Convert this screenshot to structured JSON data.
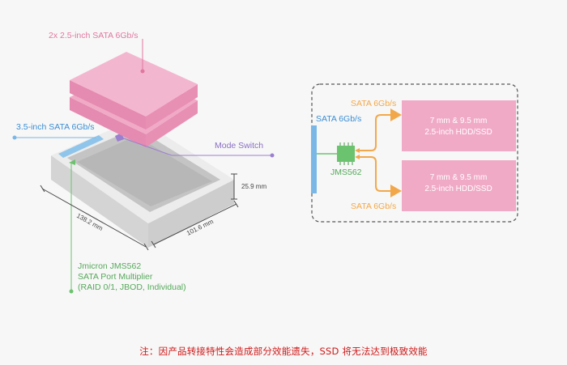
{
  "colors": {
    "pink": "#f0aac6",
    "pink_dark": "#e58ab0",
    "pink_text": "#e0779f",
    "blue": "#7ab7e6",
    "blue_text": "#3a8ed4",
    "purple": "#9b7fd0",
    "green": "#6cc36f",
    "green_text": "#55a95a",
    "orange": "#f2a84a",
    "box_border": "#555555",
    "enclosure_top": "#e9e9e9",
    "enclosure_side": "#d9d9d9",
    "enclosure_inner": "#c6c6c6",
    "dim_line": "#4a4a4a",
    "footnote": "#d01818"
  },
  "left": {
    "drives_label": "2x 2.5-inch SATA 6Gb/s",
    "sata_label": "3.5-inch SATA 6Gb/s",
    "mode_switch_label": "Mode Switch",
    "chip_label_lines": [
      "Jmicron JMS562",
      "SATA Port Multiplier",
      "(RAID 0/1, JBOD, Individual)"
    ],
    "dims": {
      "height": "25.9 mm",
      "length": "138.2 mm",
      "width": "101.6 mm"
    }
  },
  "right": {
    "sata_in_label": "SATA 6Gb/s",
    "chip_label": "JMS562",
    "top_link_label": "SATA 6Gb/s",
    "bottom_link_label": "SATA 6Gb/s",
    "drive_top_lines": [
      "7 mm & 9.5 mm",
      "2.5-inch HDD/SSD"
    ],
    "drive_bottom_lines": [
      "7 mm & 9.5 mm",
      "2.5-inch HDD/SSD"
    ]
  },
  "footnote": "注：因产品转接特性会造成部分效能遗失，SSD 将无法达到极致效能"
}
